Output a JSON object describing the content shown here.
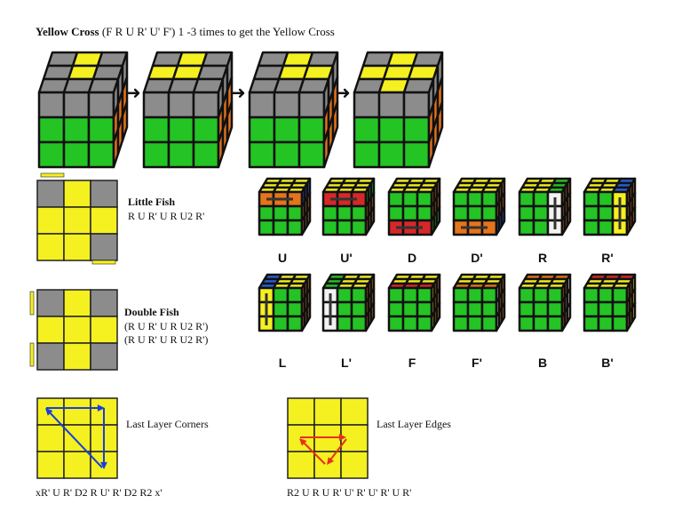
{
  "yellow_cross": {
    "title_bold": "Yellow Cross",
    "title_rest": "(F R U R' U' F')  1 -3 times to get the Yellow Cross",
    "arrow_glyph": "➜"
  },
  "little_fish": {
    "name": "Little Fish",
    "alg": "R U R' U R U2 R'"
  },
  "double_fish": {
    "name": "Double Fish",
    "alg1": "(R U R' U R U2 R')",
    "alg2": "(R U R' U R U2 R')"
  },
  "moves_row1": [
    "U",
    "U'",
    "D",
    "D'",
    "R",
    "R'"
  ],
  "moves_row2": [
    "L",
    "L'",
    "F",
    "F'",
    "B",
    "B'"
  ],
  "last_layer_corners": {
    "label": "Last Layer Corners",
    "alg": "xR' U R' D2 R U' R' D2 R2 x'"
  },
  "last_layer_edges": {
    "label": "Last Layer Edges",
    "alg": "R2 U R U R' U' R' U' R' U R'"
  },
  "colors": {
    "yellow": "#f5f020",
    "gray": "#8c8c8c",
    "green": "#25c425",
    "orange": "#e5741a",
    "blue": "#2a5fd6",
    "red": "#d62828",
    "white": "#f2f2f2",
    "sticker_border": "#111111",
    "arrow_blue": "#1a3fd8",
    "arrow_red": "#e8301c"
  }
}
